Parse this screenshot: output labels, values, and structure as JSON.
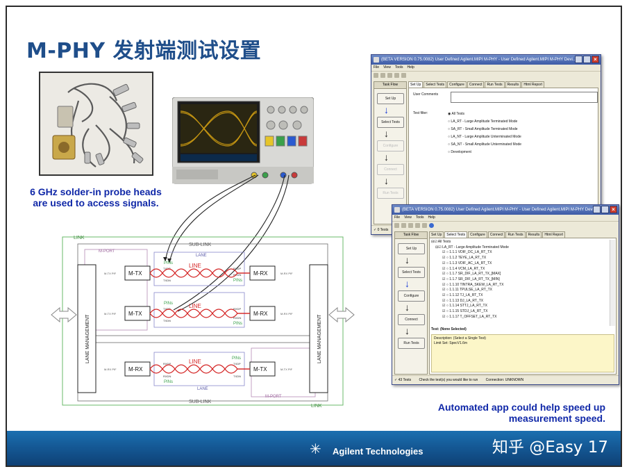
{
  "slide": {
    "title": "M-PHY 发射端测试设置",
    "probe_caption": "6 GHz solder-in probe heads are used to access signals.",
    "automation_caption": "Automated app could help speed up measurement speed.",
    "footer_brand": "Agilent Technologies",
    "watermark": "知乎 @Easy 17"
  },
  "diagram": {
    "link": "LINK",
    "sub_link": "SUB-LINK",
    "lane": "LANE",
    "m_port": "M-PORT",
    "line": "LINE",
    "lane_management": "LANE MANAGEMENT",
    "lanes": [
      {
        "left": "M-TX",
        "right": "M-RX",
        "left_pif": "M-TX PIF",
        "right_pif": "M-RX PIF",
        "left_pins": "PINs",
        "right_pins": "PINs",
        "left_p": "TXDP",
        "left_n": "TXDN",
        "right_p": "RXDP",
        "right_n": "RXDN"
      },
      {
        "left": "M-TX",
        "right": "M-RX",
        "left_pif": "M-TX PIF",
        "right_pif": "M-RX PIF",
        "left_pins": "PINs",
        "right_pins": "PINs",
        "left_p": "TXDP",
        "left_n": "TXDN",
        "right_p": "RXDP",
        "right_n": "RXDN"
      },
      {
        "left": "M-RX",
        "right": "M-TX",
        "left_pif": "M-RX PIF",
        "right_pif": "M-TX PIF",
        "left_pins": "PINs",
        "right_pins": "PINs",
        "left_p": "RXDP",
        "left_n": "RXDN",
        "right_p": "TXDP",
        "right_n": "TXDN"
      }
    ]
  },
  "app_window_1": {
    "title": "(BETA VERSION 0.75.0082) User Defined Agilent.MIPI M-PHY - User Defined Agilent.MIPI M-PHY Devi...",
    "menu": [
      "File",
      "View",
      "Tools",
      "Help"
    ],
    "flow_header": "Task Flow",
    "flow_steps": [
      "Set Up",
      "Select Tests",
      "Configure",
      "Connect",
      "Run Tests"
    ],
    "tabs": [
      "Set Up",
      "Select Tests",
      "Configure",
      "Connect",
      "Run Tests",
      "Results",
      "Html Report"
    ],
    "user_comments_label": "User Comments",
    "test_filter_label": "Test filter:",
    "filters": [
      "All Tests",
      "LA_RT - Large Amplitude Terminated Mode",
      "SA_RT - Small Amplitude Terminated Mode",
      "LA_NT - Large Amplitude Unterminated Mode",
      "SA_NT - Small Amplitude Unterminated Mode",
      "Development"
    ],
    "status": "0 Tests"
  },
  "app_window_2": {
    "title": "(BETA VERSION 0.75.0082) User Defined Agilent.MIPI M-PHY - User Defined Agilent.MIPI M-PHY Devi...",
    "menu": [
      "File",
      "View",
      "Tools",
      "Help"
    ],
    "flow_header": "Task Flow",
    "flow_steps": [
      "Set Up",
      "Select Tests",
      "Configure",
      "Connect",
      "Run Tests"
    ],
    "tabs": [
      "Set Up",
      "Select Tests",
      "Configure",
      "Connect",
      "Run Tests",
      "Results",
      "Html Report"
    ],
    "tree_root": "All Tests",
    "tree_group": "LA_RT - Large Amplitude Terminated Mode",
    "tests": [
      "1.1.1 VDIF_DC_LA_RT_TX",
      "1.1.2 TEYE_LA_RT_TX",
      "1.1.3 VDIF_AC_LA_RT_TX",
      "1.1.4 VCM_LA_RT_TX",
      "1.1.7 SR_DIF_LA_RT_TX_[MAX]",
      "1.1.7 SR_DIF_LA_RT_TX_[MIN]",
      "1.1.10 TINTRA_SKEW_LA_RT_TX",
      "1.1.11 TPULSE_LA_RT_TX",
      "1.1.12 TJ_LA_RT_TX",
      "1.1.13 DJ_LA_RT_TX",
      "1.1.14 STTJ_LA_RT_TX",
      "1.1.15 STDJ_LA_RT_TX",
      "1.1.17 T_OFFSET_LA_RT_TX"
    ],
    "test_header": "Test: (None Selected)",
    "description": "Description: (Select a Single Test)",
    "limit_set": "Limit Set: SpecV1.6m",
    "status": [
      "43 Tests",
      "Check the test(s) you would like to run",
      "Connection: UNKNOWN"
    ]
  },
  "colors": {
    "title": "#1f4e8a",
    "caption": "#1028a8",
    "footer": "#12508a",
    "line_red": "#d42424",
    "pins_green": "#3aa04a"
  }
}
